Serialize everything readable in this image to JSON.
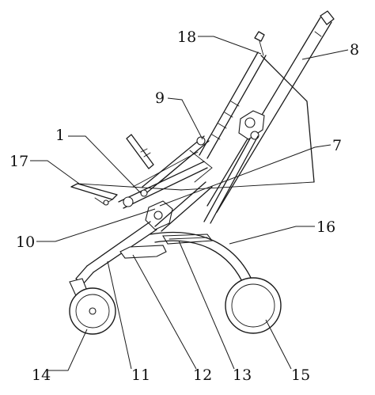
{
  "figure": {
    "background": "#ffffff",
    "line_color": "#1a1a1a",
    "labels": [
      {
        "id": "1",
        "text": "1"
      },
      {
        "id": "7",
        "text": "7"
      },
      {
        "id": "8",
        "text": "8"
      },
      {
        "id": "9",
        "text": "9"
      },
      {
        "id": "10",
        "text": "10"
      },
      {
        "id": "11",
        "text": "11"
      },
      {
        "id": "12",
        "text": "12"
      },
      {
        "id": "13",
        "text": "13"
      },
      {
        "id": "14",
        "text": "14"
      },
      {
        "id": "15",
        "text": "15"
      },
      {
        "id": "16",
        "text": "16"
      },
      {
        "id": "17",
        "text": "17"
      },
      {
        "id": "18",
        "text": "18"
      }
    ]
  }
}
